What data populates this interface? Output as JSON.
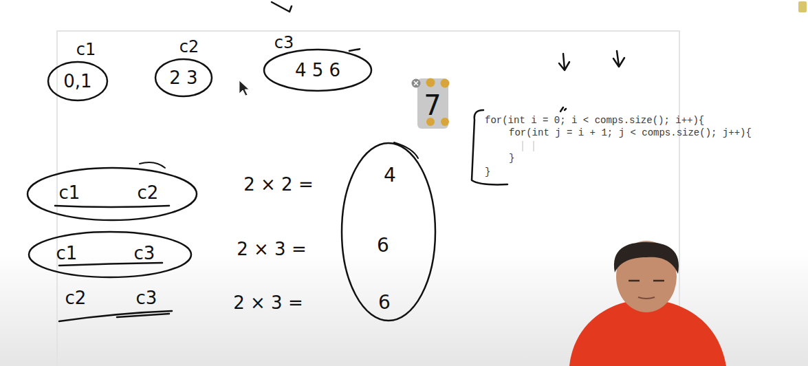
{
  "diagram": {
    "nodes": [
      {
        "text": [
          "c1",
          "0,1"
        ]
      },
      {
        "text": [
          "c2",
          "2 3"
        ]
      },
      {
        "text": [
          "c3",
          "4 5 6"
        ]
      },
      {
        "text": [
          "c1",
          "c2"
        ]
      },
      {
        "text": [
          "c1",
          "c3"
        ]
      },
      {
        "text": [
          "4",
          "6",
          "6"
        ]
      },
      {
        "text": [
          "7"
        ]
      }
    ],
    "labels": [
      "c2",
      "c3",
      "2 × 2 =",
      "2 × 3 =",
      "2 × 3 =",
      "for(int i = 0; i < comps.size(); i++){",
      "for(int j = i + 1; j < comps.size(); j++){",
      "}",
      "}"
    ]
  }
}
